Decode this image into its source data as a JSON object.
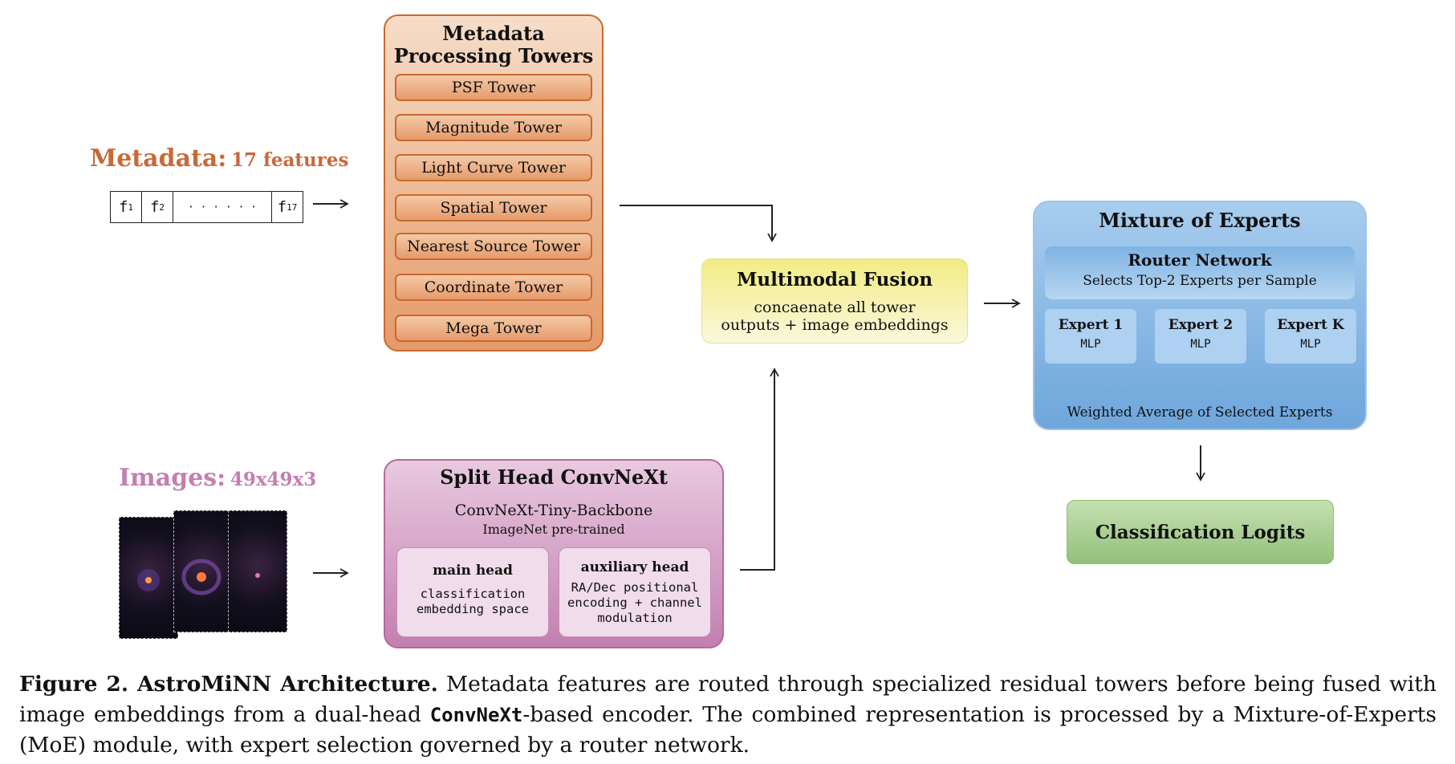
{
  "metadata_input": {
    "label": "Metadata:",
    "count": "17 features",
    "cells": [
      {
        "base": "f",
        "sub": "1"
      },
      {
        "base": "f",
        "sub": "2"
      },
      {
        "base": "· · · · · ·",
        "sub": ""
      },
      {
        "base": "f",
        "sub": "17"
      }
    ]
  },
  "towers": {
    "title_line1": "Metadata",
    "title_line2": "Processing Towers",
    "items": [
      "PSF Tower",
      "Magnitude Tower",
      "Light Curve Tower",
      "Spatial Tower",
      "Nearest Source Tower",
      "Coordinate Tower",
      "Mega Tower"
    ]
  },
  "images_input": {
    "label": "Images:",
    "size": "49x49x3"
  },
  "convnext": {
    "title": "Split Head ConvNeXt",
    "backbone": "ConvNeXt-Tiny-Backbone",
    "pretrained": "ImageNet pre-trained",
    "main_head": {
      "title": "main head",
      "line1": "classification",
      "line2": "embedding space"
    },
    "aux_head": {
      "title": "auxiliary head",
      "line1": "RA/Dec positional",
      "line2": "encoding + channel",
      "line3": "modulation"
    }
  },
  "fusion": {
    "title": "Multimodal Fusion",
    "line1": "concaenate all tower",
    "line2": "outputs + image embeddings"
  },
  "moe": {
    "title": "Mixture of Experts",
    "router_title": "Router Network",
    "router_desc": "Selects Top-2 Experts per Sample",
    "experts": [
      {
        "title": "Expert 1",
        "sub": "MLP"
      },
      {
        "title": "Expert 2",
        "sub": "MLP"
      },
      {
        "title": "Expert K",
        "sub": "MLP"
      }
    ],
    "footer": "Weighted Average of Selected Experts"
  },
  "logits": {
    "label": "Classification Logits"
  },
  "caption": {
    "figure_label": "Figure 2. AstroMiNN Architecture.",
    "text1": " Metadata features are routed through specialized residual towers before being fused with image embeddings from a dual-head ",
    "code": "ConvNeXt",
    "text2": "-based encoder. The combined representation is processed by a Mixture-of-Experts (MoE) module, with expert selection governed by a router network."
  },
  "colors": {
    "metadata_accent": "#c8693a",
    "images_accent": "#c47fb0",
    "tower_fill": "#e69b6b",
    "convnext_fill": "#c27fb0",
    "fusion_fill": "#f2ec84",
    "moe_fill": "#6ea6dc",
    "logits_fill": "#92c07a"
  }
}
